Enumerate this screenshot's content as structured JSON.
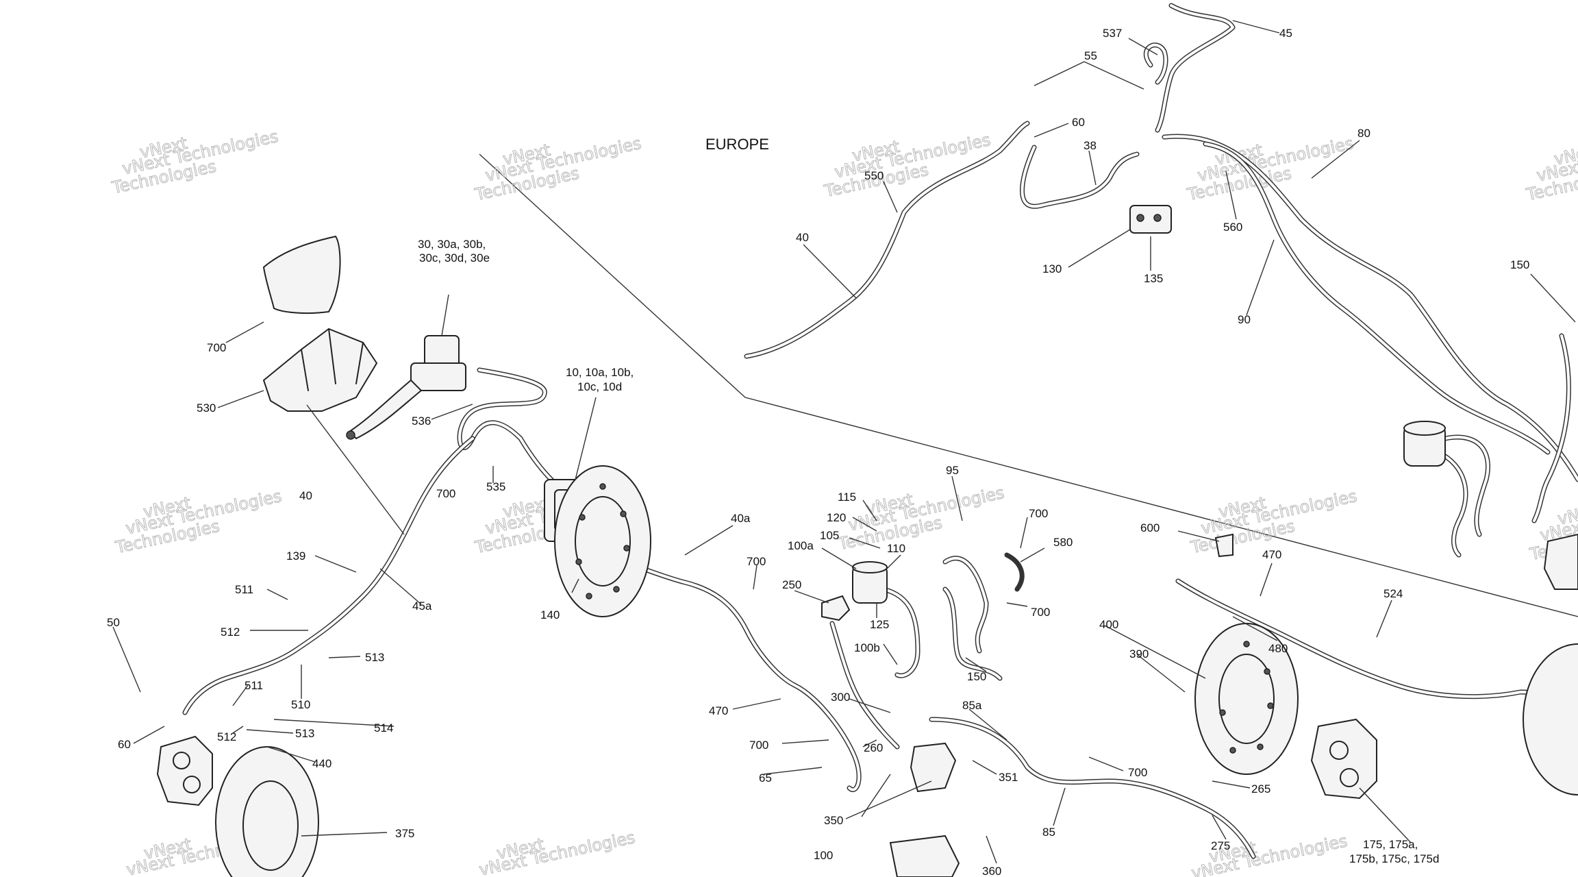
{
  "region_label": "EUROPE",
  "watermark": {
    "line1": "vNext",
    "line2": "vNext Technologies",
    "line3": "Technologies"
  },
  "callouts": [
    {
      "id": "c537",
      "text": "537"
    },
    {
      "id": "c45",
      "text": "45"
    },
    {
      "id": "c55",
      "text": "55"
    },
    {
      "id": "c60top",
      "text": "60"
    },
    {
      "id": "c38",
      "text": "38"
    },
    {
      "id": "c80",
      "text": "80"
    },
    {
      "id": "c550",
      "text": "550"
    },
    {
      "id": "c560",
      "text": "560"
    },
    {
      "id": "c130",
      "text": "130"
    },
    {
      "id": "c135",
      "text": "135"
    },
    {
      "id": "c40top",
      "text": "40"
    },
    {
      "id": "c90",
      "text": "90"
    },
    {
      "id": "c150top",
      "text": "150"
    },
    {
      "id": "c30l1",
      "text": "30, 30a, 30b,"
    },
    {
      "id": "c30l2",
      "text": "30c, 30d, 30e"
    },
    {
      "id": "c700a",
      "text": "700"
    },
    {
      "id": "c530",
      "text": "530"
    },
    {
      "id": "c536",
      "text": "536"
    },
    {
      "id": "c10l1",
      "text": "10, 10a, 10b,"
    },
    {
      "id": "c10l2",
      "text": "10c, 10d"
    },
    {
      "id": "c700b",
      "text": "700"
    },
    {
      "id": "c535",
      "text": "535"
    },
    {
      "id": "c40mid",
      "text": "40"
    },
    {
      "id": "c139",
      "text": "139"
    },
    {
      "id": "c45a",
      "text": "45a"
    },
    {
      "id": "c511a",
      "text": "511"
    },
    {
      "id": "c512a",
      "text": "512"
    },
    {
      "id": "c50",
      "text": "50"
    },
    {
      "id": "c513a",
      "text": "513"
    },
    {
      "id": "c510",
      "text": "510"
    },
    {
      "id": "c511b",
      "text": "511"
    },
    {
      "id": "c514",
      "text": "514"
    },
    {
      "id": "c60left",
      "text": "60"
    },
    {
      "id": "c512b",
      "text": "512"
    },
    {
      "id": "c513b",
      "text": "513"
    },
    {
      "id": "c440",
      "text": "440"
    },
    {
      "id": "c375",
      "text": "375"
    },
    {
      "id": "c40a",
      "text": "40a"
    },
    {
      "id": "c700c",
      "text": "700"
    },
    {
      "id": "c140",
      "text": "140"
    },
    {
      "id": "c115",
      "text": "115"
    },
    {
      "id": "c120",
      "text": "120"
    },
    {
      "id": "c105",
      "text": "105"
    },
    {
      "id": "c100a",
      "text": "100a"
    },
    {
      "id": "c110",
      "text": "110"
    },
    {
      "id": "c250",
      "text": "250"
    },
    {
      "id": "c125",
      "text": "125"
    },
    {
      "id": "c100b",
      "text": "100b"
    },
    {
      "id": "c95",
      "text": "95"
    },
    {
      "id": "c700d",
      "text": "700"
    },
    {
      "id": "c580",
      "text": "580"
    },
    {
      "id": "c700e",
      "text": "700"
    },
    {
      "id": "c150mid",
      "text": "150"
    },
    {
      "id": "c470a",
      "text": "470"
    },
    {
      "id": "c300",
      "text": "300"
    },
    {
      "id": "c85a",
      "text": "85a"
    },
    {
      "id": "c700f",
      "text": "700"
    },
    {
      "id": "c260",
      "text": "260"
    },
    {
      "id": "c65",
      "text": "65"
    },
    {
      "id": "c351",
      "text": "351"
    },
    {
      "id": "c700g",
      "text": "700"
    },
    {
      "id": "c350",
      "text": "350"
    },
    {
      "id": "c85",
      "text": "85"
    },
    {
      "id": "c100",
      "text": "100"
    },
    {
      "id": "c360",
      "text": "360"
    },
    {
      "id": "c600",
      "text": "600"
    },
    {
      "id": "c470b",
      "text": "470"
    },
    {
      "id": "c524",
      "text": "524"
    },
    {
      "id": "c480",
      "text": "480"
    },
    {
      "id": "c400",
      "text": "400"
    },
    {
      "id": "c390",
      "text": "390"
    },
    {
      "id": "c265",
      "text": "265"
    },
    {
      "id": "c275",
      "text": "275"
    },
    {
      "id": "c175l1",
      "text": "175, 175a,"
    },
    {
      "id": "c175l2",
      "text": "175b, 175c, 175d"
    }
  ]
}
